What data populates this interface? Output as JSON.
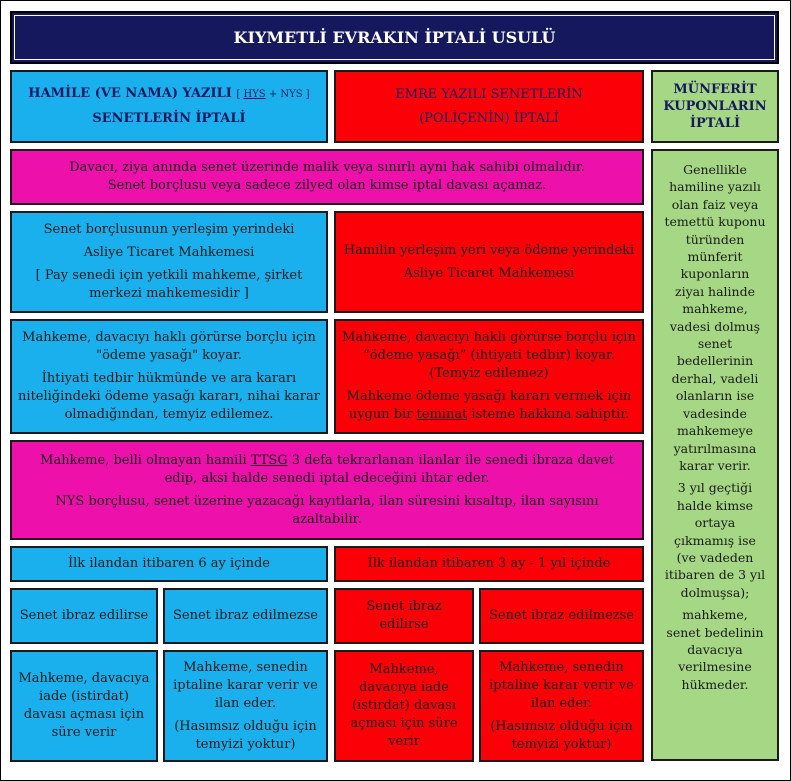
{
  "title": "KIYMETLİ EVRAKIN İPTALİ USULÜ",
  "col_blue": {
    "header_line1": "HAMİLE (VE NAMA) YAZILI",
    "header_tag_open": "[ ",
    "header_tag_hys": "HYS",
    "header_tag_rest": " + NYS ]",
    "header_line2": "SENETLERİN İPTALİ"
  },
  "col_red": {
    "header_line1": "EMRE YAZILI SENETLERİN",
    "header_line2": "(POLİÇENİN) İPTALİ"
  },
  "col_green": {
    "header_line1": "MÜNFERİT",
    "header_line2": "KUPONLARIN",
    "header_line3": "İPTALİ",
    "body_lines": [
      "Genellikle",
      "hamiline yazılı",
      "olan faiz veya",
      "temettü kuponu",
      "türünden",
      "münferit",
      "kuponların",
      "ziyaı halinde",
      "mahkeme,",
      "vadesi dolmuş",
      "senet",
      "bedellerinin",
      "derhal, vadeli",
      "olanların ise",
      "vadesinde",
      "mahkemeye",
      "yatırılmasına",
      "karar verir."
    ],
    "body2_lines": [
      "3 yıl geçtiği",
      "halde kimse",
      "ortaya",
      "çıkmamış ise",
      "(ve vadeden",
      "itibaren de 3 yıl",
      "dolmuşsa);"
    ],
    "body3_lines": [
      "mahkeme,",
      "senet bedelinin",
      "davacıya",
      "verilmesine",
      "hükmeder."
    ]
  },
  "plaintiff": {
    "line1": "Davacı, ziya anında senet üzerinde malik veya sınırlı ayni hak sahibi olmalıdır.",
    "line2": "Senet borçlusu veya sadece zilyed olan kimse iptal davası açamaz."
  },
  "court_blue": {
    "line1": "Senet borçlusunun yerleşim yerindeki",
    "line2": "Asliye Ticaret Mahkemesi",
    "line3": "[ Pay senedi için yetkili mahkeme, şirket merkezi mahkemesidir ]"
  },
  "court_red": {
    "line1": "Hamilin yerleşim yeri veya ödeme yerindeki",
    "line2": "Asliye Ticaret Mahkemesi"
  },
  "ban_blue": {
    "p1": "Mahkeme, davacıyı haklı görürse borçlu için \"ödeme yasağı\" koyar.",
    "p2": "İhtiyati tedbir hükmünde ve ara kararı niteliğindeki ödeme yasağı kararı, nihai karar olmadığından, temyiz edilemez."
  },
  "ban_red": {
    "p1": "Mahkeme, davacıyı haklı görürse borçlu için “ödeme yasağı” (ihtiyati tedbir) koyar. (Temyiz edilemez)",
    "p2a": "Mahkeme ödeme yasağı kararı vermek için uygun bir ",
    "p2b": "teminat",
    "p2c": " isteme hakkına sahiptir."
  },
  "notice": {
    "p1a": "Mahkeme, belli olmayan hamili ",
    "p1b": "TTSG",
    "p1c": " 3 defa tekrarlanan ilanlar ile senedi ibraza davet edip, aksi halde senedi iptal edeceğini ihtar eder.",
    "p2": "NYS borçlusu, senet üzerine yazacağı kayıtlarla, ilan süresini kısaltıp, ilan sayısını azaltabilir."
  },
  "period_blue": "İlk ilandan itibaren 6 ay içinde",
  "period_red": "İlk ilandan itibaren 3 ay - 1 yıl içinde",
  "presented": "Senet ibraz edilirse",
  "not_presented": "Senet ibraz edilmezse",
  "outcome_return": "Mahkeme, davacıya iade (istirdat) davası açması için süre verir",
  "outcome_cancel_p1": "Mahkeme, senedin iptaline karar verir ve ilan eder.",
  "outcome_cancel_p2": "(Hasımsız olduğu için temyizi yoktur)"
}
